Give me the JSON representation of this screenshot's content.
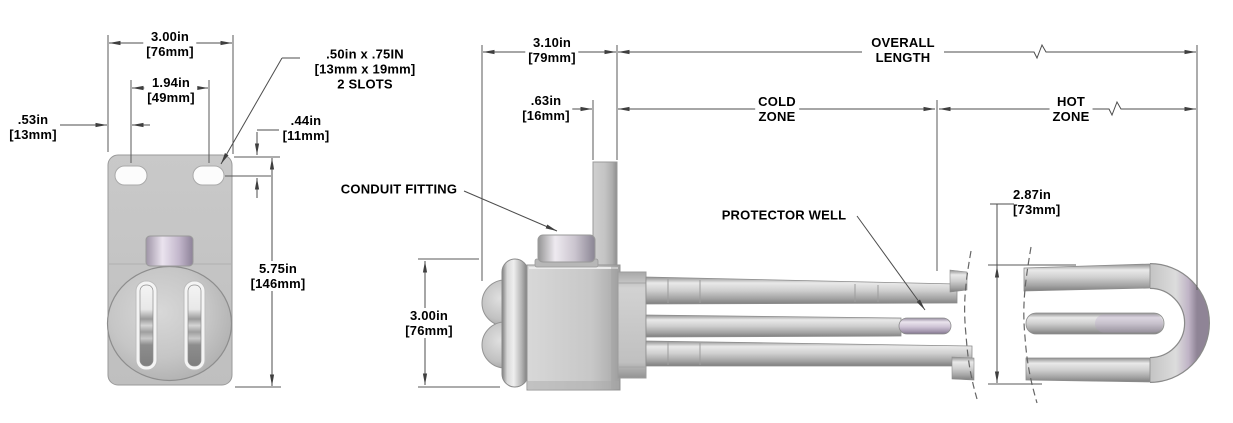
{
  "meta": {
    "drawing_type": "screw-plug immersion heater dimensional drawing",
    "views": [
      "front view (mounting plate)",
      "side view (element assembly)"
    ],
    "units_style": "inches [millimeters]"
  },
  "front_view": {
    "width": {
      "primary": "3.00in",
      "secondary": "[76mm]"
    },
    "slot_spacing": {
      "primary": "1.94in",
      "secondary": "[49mm]"
    },
    "edge_to_slot": {
      "primary": ".53in",
      "secondary": "[13mm]"
    },
    "slot_note": {
      "line1": ".50in x .75IN",
      "line2": "[13mm x 19mm]",
      "line3": "2 SLOTS"
    },
    "top_to_slot": {
      "primary": ".44in",
      "secondary": "[11mm]"
    },
    "height": {
      "primary": "5.75in",
      "secondary": "[146mm]"
    }
  },
  "side_view": {
    "flange_to_bracket": {
      "primary": "3.10in",
      "secondary": "[79mm]"
    },
    "bracket_thickness": {
      "primary": ".63in",
      "secondary": "[16mm]"
    },
    "flange_diameter": {
      "primary": "3.00in",
      "secondary": "[76mm]"
    },
    "element_spread": {
      "primary": "2.87in",
      "secondary": "[73mm]"
    },
    "conduit_fitting_label": "CONDUIT FITTING",
    "protector_well_label": "PROTECTOR WELL",
    "overall_length": {
      "line1": "OVERALL",
      "line2": "LENGTH"
    },
    "cold_zone": {
      "line1": "COLD",
      "line2": "ZONE"
    },
    "hot_zone": {
      "line1": "HOT",
      "line2": "ZONE"
    }
  },
  "colors": {
    "background": "#ffffff",
    "dimension_line": "#4c4c4c",
    "text": "#000000",
    "metal_light": "#e9e9e9",
    "metal_mid": "#c6c6c6",
    "metal_dark": "#8a8a8a",
    "accent_purple": "#b9a7c4"
  }
}
